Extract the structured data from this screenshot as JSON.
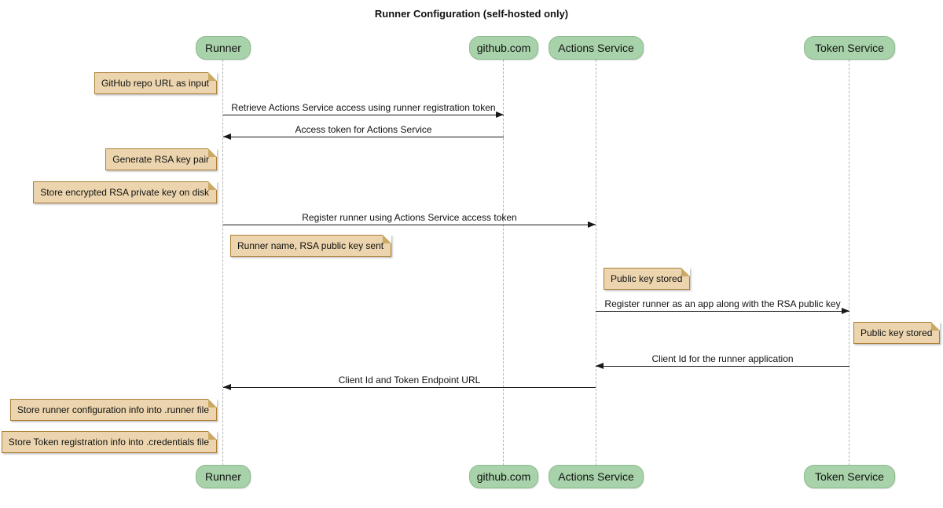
{
  "title": "Runner Configuration (self-hosted only)",
  "diagram_type": "sequence",
  "colors": {
    "participant_fill": "#a8d2a9",
    "participant_border": "#8cbb8e",
    "note_fill": "#ecd5ae",
    "note_border": "#ac8036",
    "lifeline": "#b3b3b3",
    "arrow": "#181818",
    "background": "#ffffff"
  },
  "participants": [
    {
      "label": "Runner"
    },
    {
      "label": "github.com"
    },
    {
      "label": "Actions Service"
    },
    {
      "label": "Token Service"
    }
  ],
  "messages": [
    {
      "from": "Runner",
      "to": "github.com",
      "label": "Retrieve Actions Service access using runner registration token"
    },
    {
      "from": "github.com",
      "to": "Runner",
      "label": "Access token for Actions Service"
    },
    {
      "from": "Runner",
      "to": "Actions Service",
      "label": "Register runner using Actions Service access token"
    },
    {
      "from": "Actions Service",
      "to": "Token Service",
      "label": "Register runner as an app along with the RSA public key"
    },
    {
      "from": "Token Service",
      "to": "Actions Service",
      "label": "Client Id for the runner application"
    },
    {
      "from": "Actions Service",
      "to": "Runner",
      "label": "Client Id and Token Endpoint URL"
    }
  ],
  "notes": [
    {
      "attached_to": "Runner",
      "side": "left",
      "label": "GitHub repo URL as input"
    },
    {
      "attached_to": "Runner",
      "side": "left",
      "label": "Generate RSA key pair"
    },
    {
      "attached_to": "Runner",
      "side": "left",
      "label": "Store encrypted RSA private key on disk"
    },
    {
      "attached_to": "Runner",
      "side": "right",
      "label": "Runner name, RSA public key sent"
    },
    {
      "attached_to": "Actions Service",
      "side": "right",
      "label": "Public key stored"
    },
    {
      "attached_to": "Token Service",
      "side": "right",
      "label": "Public key stored"
    },
    {
      "attached_to": "Runner",
      "side": "left",
      "label": "Store runner configuration info into .runner file"
    },
    {
      "attached_to": "Runner",
      "side": "left",
      "label": "Store Token registration info into .credentials file"
    }
  ]
}
